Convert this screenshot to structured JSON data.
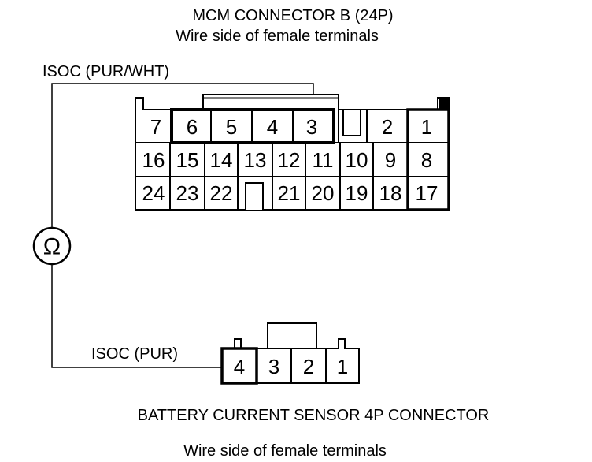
{
  "mcm": {
    "title": "MCM CONNECTOR B (24P)",
    "subtitle": "Wire side of female terminals",
    "wire_label": "ISOC (PUR/WHT)",
    "row1": [
      "7",
      "6",
      "5",
      "4",
      "3",
      "",
      "2",
      "1"
    ],
    "row2": [
      "16",
      "15",
      "14",
      "13",
      "12",
      "11",
      "10",
      "9",
      "8"
    ],
    "row3": [
      "24",
      "23",
      "22",
      "",
      "21",
      "20",
      "19",
      "18",
      "17"
    ]
  },
  "meter": {
    "symbol": "Ω"
  },
  "sensor": {
    "wire_label": "ISOC (PUR)",
    "pins": [
      "4",
      "3",
      "2",
      "1"
    ],
    "title": "BATTERY CURRENT SENSOR 4P CONNECTOR",
    "subtitle": "Wire side of female terminals"
  }
}
